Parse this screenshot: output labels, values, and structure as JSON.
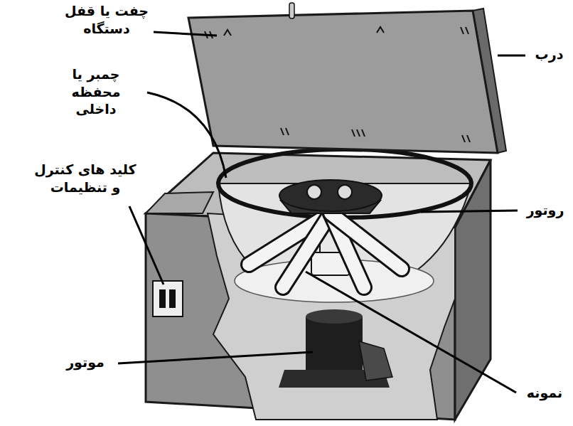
{
  "diagram": {
    "labels": [
      "چفت یا قفل دستگاه",
      "درب",
      "چمبر یا محفظه داخلی",
      "کلید های کنترل و تنظیمات",
      "روتور",
      "موتور",
      "نمونه"
    ]
  }
}
